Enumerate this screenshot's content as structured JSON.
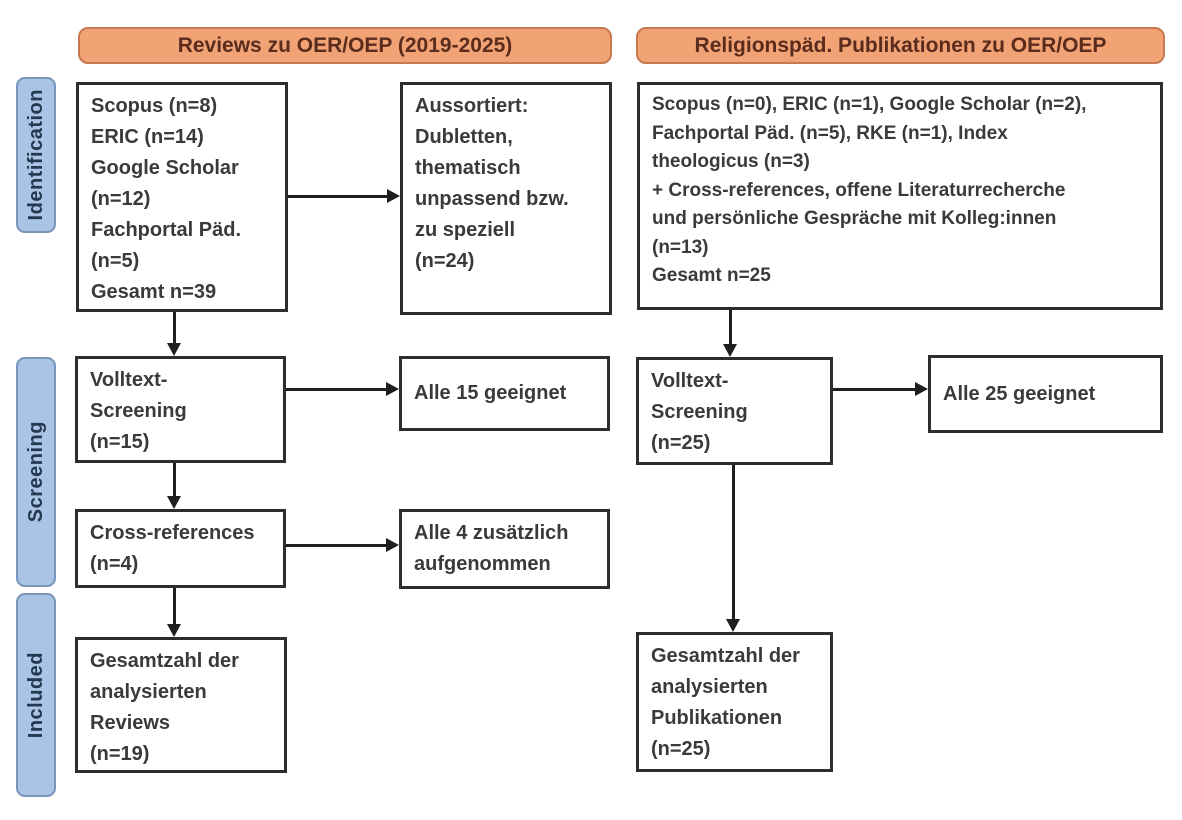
{
  "diagram": {
    "headers": {
      "left": "Reviews zu OER/OEP (2019-2025)",
      "right": "Religionspäd. Publikationen zu OER/OEP"
    },
    "stages": {
      "identification": "Identification",
      "screening": "Screening",
      "included": "Included"
    },
    "left_flow": {
      "sources": "Scopus (n=8)\nERIC (n=14)\nGoogle Scholar\n(n=12)\nFachportal Päd.\n(n=5)\nGesamt n=39",
      "excluded": "Aussortiert:\nDubletten,\nthematisch\nunpassend bzw.\nzu speziell\n(n=24)",
      "fulltext_screening": "Volltext-\nScreening\n(n=15)",
      "fulltext_result": "Alle 15 geeignet",
      "cross_references": "Cross-references\n(n=4)",
      "cross_references_result": "Alle 4 zusätzlich\naufgenommen",
      "included_total": "Gesamtzahl der\nanalysierten\nReviews\n(n=19)"
    },
    "right_flow": {
      "sources": "Scopus (n=0), ERIC (n=1), Google Scholar (n=2),\nFachportal Päd. (n=5), RKE (n=1), Index\ntheologicus (n=3)\n+ Cross-references, offene Literaturrecherche\nund persönliche Gespräche mit Kolleg:innen\n(n=13)\nGesamt n=25",
      "fulltext_screening": "Volltext-\nScreening\n(n=25)",
      "fulltext_result": "Alle 25 geeignet",
      "included_total": "Gesamtzahl der\nanalysierten\nPublikationen\n(n=25)"
    },
    "colors": {
      "header_fill": "#f1a376",
      "header_border": "#c87850",
      "header_text": "#5b2c1c",
      "stage_fill": "#aac4e5",
      "stage_border": "#7894b9",
      "stage_text": "#24384f",
      "box_border": "#2d2d2d",
      "box_text": "#3a3a3a",
      "arrow": "#1f1f1f",
      "background": "#ffffff"
    }
  }
}
